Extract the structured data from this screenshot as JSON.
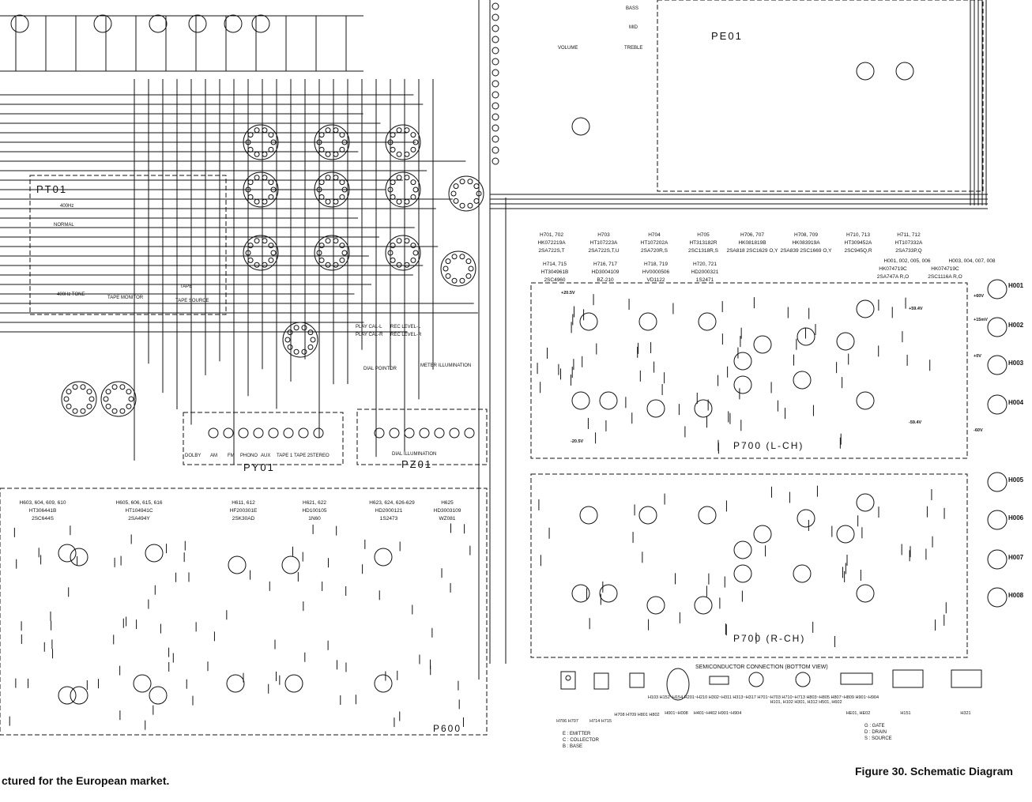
{
  "captions": {
    "left": "ctured for the European market.",
    "right": "Figure 30. Schematic Diagram"
  },
  "boards": {
    "pt01": "PT01",
    "pe01": "PE01",
    "py01": "PY01",
    "pz01": "PZ01",
    "p700_l": "P700 (L-CH)",
    "p700_r": "P700 (R-CH)",
    "p600": "P600"
  },
  "pt01_labels": [
    "400Hz",
    "NORMAL",
    "TAPE",
    "400Hz TONE",
    "TAPE MONITOR",
    "TAPE SOURCE"
  ],
  "tuning": {
    "meter_title": "METER ILLUMINATION",
    "dial_pointer": "DIAL POINTOR",
    "dial_illumination": "DIAL ILLUMINATION",
    "rec_level_l": "REC LEVEL-L",
    "rec_level_r": "REC LEVEL-R",
    "play_cal_l": "PLAY CAL-L",
    "play_cal_r": "PLAY CAL-R",
    "volume": "VOLUME",
    "bass": "BASS",
    "mid": "MID",
    "treble": "TREBLE"
  },
  "py01_row": [
    "DOLBY",
    "AM",
    "FM",
    "PHONO",
    "AUX",
    "TAPE 1",
    "TAPE 2",
    "STEREO"
  ],
  "power_transistor_table": [
    {
      "ref": "H701, 702",
      "part": "HK072219A",
      "type": "2SA722S,T"
    },
    {
      "ref": "H703",
      "part": "HT107223A",
      "type": "2SA722S,T,U"
    },
    {
      "ref": "H704",
      "part": "HT107202A",
      "type": "2SA720R,S"
    },
    {
      "ref": "H705",
      "part": "HT313182R",
      "type": "2SC1318R,S"
    },
    {
      "ref": "H706, 707",
      "part": "HK081819B",
      "type": "2SA818 2SC1629 O,Y"
    },
    {
      "ref": "H708, 709",
      "part": "HK083919A",
      "type": "2SA839 2SC1669 O,Y"
    },
    {
      "ref": "H710, 713",
      "part": "HT309452A",
      "type": "2SC945Q,R"
    },
    {
      "ref": "H711, 712",
      "part": "HT107332A",
      "type": "2SA733P,Q"
    },
    {
      "ref": "H714, 715",
      "part": "HT304961B",
      "type": "2SC4960"
    },
    {
      "ref": "H716, 717",
      "part": "HD3004109",
      "type": "BZ-210"
    },
    {
      "ref": "H718, 719",
      "part": "HV0000506",
      "type": "VD1122"
    },
    {
      "ref": "H720, 721",
      "part": "HD2000321",
      "type": "1S2471"
    },
    {
      "ref": "H001, 002, 005, 006",
      "part": "HK074719C",
      "type": "2SA747A R,O"
    },
    {
      "ref": "H003, 004, 007, 008",
      "part": "HK074719C",
      "type": "2SC1116A R,O"
    }
  ],
  "p600_table": [
    {
      "ref": "H603, 604, 609, 610",
      "part": "HT306441B",
      "type": "2SC644S"
    },
    {
      "ref": "H605, 606, 615, 616",
      "part": "HT104941C",
      "type": "2SA494Y"
    },
    {
      "ref": "H611, 612",
      "part": "HF200301E",
      "type": "2SK30AD"
    },
    {
      "ref": "H621, 622",
      "part": "HD100105",
      "type": "1N60"
    },
    {
      "ref": "H623, 624, 626-629",
      "part": "HD2000121",
      "type": "1S2473"
    },
    {
      "ref": "H625",
      "part": "HD3003109",
      "type": "WZ081"
    }
  ],
  "outputs_l": [
    "H001",
    "H002",
    "H003",
    "H004"
  ],
  "outputs_r": [
    "H005",
    "H006",
    "H007",
    "H008"
  ],
  "voltages": [
    "+60V",
    "+15mV",
    "-60V",
    "+0V",
    "-20.5V",
    "+20.5V",
    "-59.4V",
    "+59.4V"
  ],
  "semiconductor": {
    "title": "SEMICONDUCTOR CONNECTION (BOTTOM VIEW)",
    "legend_ecb": [
      "E : EMITTER",
      "C : COLLECTOR",
      "B : BASE"
    ],
    "legend_gds": [
      "G : GATE",
      "D : DRAIN",
      "S : SOURCE"
    ],
    "packages": [
      "H706 H707",
      "H714 H715",
      "H708 H709 H801 H802",
      "H001~H008",
      "H401~H402 H901~H904",
      "H103 H152~H154 H201~H210 H302~H311 H313~H317 H701~H703 H710~H713 H803~H805 H807~H809 H901~H904",
      "H101, H102 H301, H312 H501, H602",
      "HE01, HE02",
      "H151",
      "H321"
    ]
  }
}
